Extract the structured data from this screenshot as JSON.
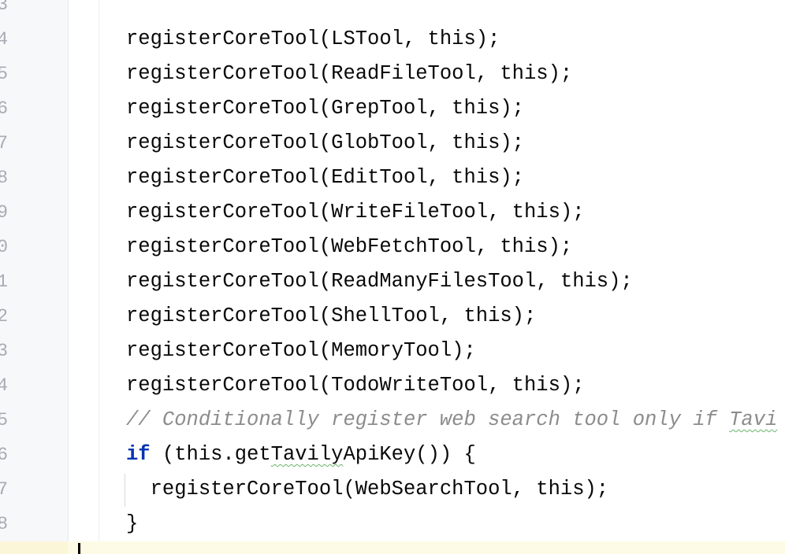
{
  "gutter": {
    "line_number_digits": [
      "3",
      "4",
      "5",
      "6",
      "7",
      "8",
      "9",
      "0",
      "1",
      "2",
      "3",
      "4",
      "5",
      "6",
      "7",
      "8"
    ]
  },
  "code": {
    "lines": [
      "",
      "registerCoreTool(LSTool, this);",
      "registerCoreTool(ReadFileTool, this);",
      "registerCoreTool(GrepTool, this);",
      "registerCoreTool(GlobTool, this);",
      "registerCoreTool(EditTool, this);",
      "registerCoreTool(WriteFileTool, this);",
      "registerCoreTool(WebFetchTool, this);",
      "registerCoreTool(ReadManyFilesTool, this);",
      "registerCoreTool(ShellTool, this);",
      "registerCoreTool(MemoryTool);",
      "registerCoreTool(TodoWriteTool, this);"
    ],
    "comment_prefix": "// Conditionally register web search tool only if ",
    "comment_typo": "Tavi",
    "if_keyword": "if",
    "if_pre": " (this.get",
    "if_typo": "Tavily",
    "if_post": "ApiKey()) {",
    "inner_line": "  registerCoreTool(WebSearchTool, this);",
    "close_brace": "}"
  },
  "colors": {
    "keyword": "#0033b3",
    "comment": "#8c8c8c",
    "current_line": "#fdfbe6"
  }
}
